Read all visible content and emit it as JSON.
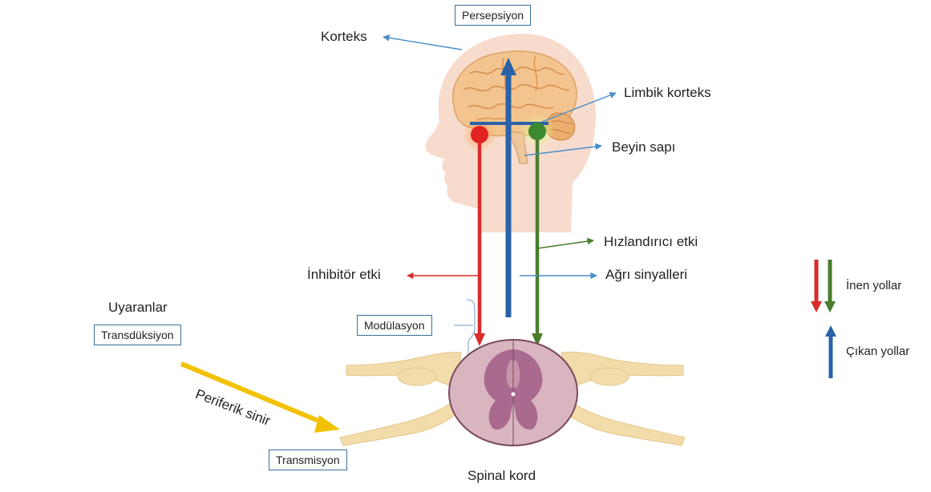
{
  "labels": {
    "perception": "Persepsiyon",
    "cortex": "Korteks",
    "limbic_cortex": "Limbik korteks",
    "brainstem": "Beyin sapı",
    "facilitatory_effect": "Hızlandırıcı etki",
    "inhibitory_effect": "İnhibitör etki",
    "pain_signals": "Ağrı sinyalleri",
    "stimuli": "Uyaranlar",
    "transduction": "Transdüksiyon",
    "modulation": "Modülasyon",
    "peripheral_nerve": "Periferik sinir",
    "transmission": "Transmisyon",
    "spinal_cord": "Spinal kord"
  },
  "legend": {
    "descending": "İnen yollar",
    "ascending": "Çıkan yollar"
  },
  "colors": {
    "descending_inhibitory": "#d92b2b",
    "descending_facilitatory": "#4a7d2e",
    "ascending": "#2a62a8",
    "pointer_blue": "#4a8ec9",
    "stimulus_arrow": "#f2c200",
    "box_border": "#3a6f9a",
    "skin": "#f6dccb",
    "brain": "#f3c48f",
    "nerve": "#f1dcaa",
    "cord_white": "#cfa4b0",
    "cord_grey": "#a15c86"
  }
}
